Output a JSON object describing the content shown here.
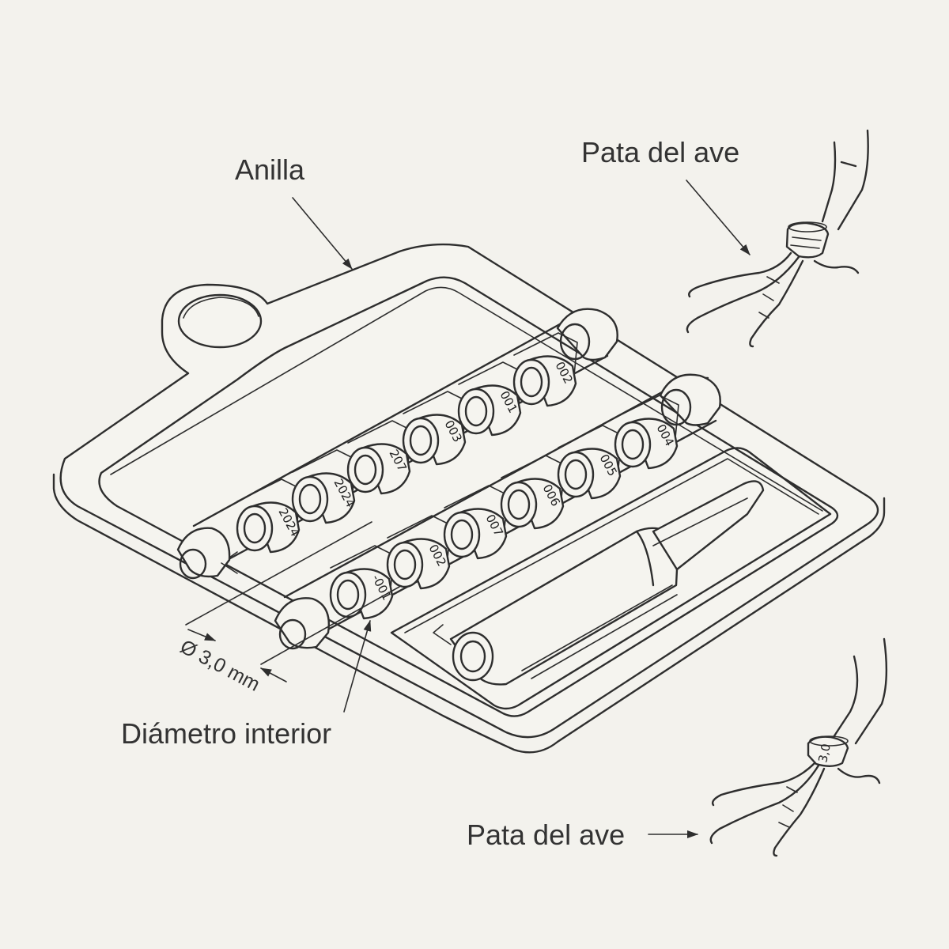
{
  "labels": {
    "ring": "Anilla",
    "leg_top": "Pata del ave",
    "leg_bottom": "Pata del ave",
    "inner_diameter": "Diámetro interior",
    "dimension": "Ø 3,0 mm"
  },
  "row_top_rings": [
    "2024",
    "2024",
    "207",
    "003",
    "001",
    "002"
  ],
  "row_bottom_rings": [
    "-001",
    "002",
    "007",
    "006",
    "005",
    "004"
  ],
  "leg_ring_text": "3,0",
  "colors": {
    "background": "#f3f2ed",
    "line": "#2e2e2e",
    "text": "#333333"
  }
}
